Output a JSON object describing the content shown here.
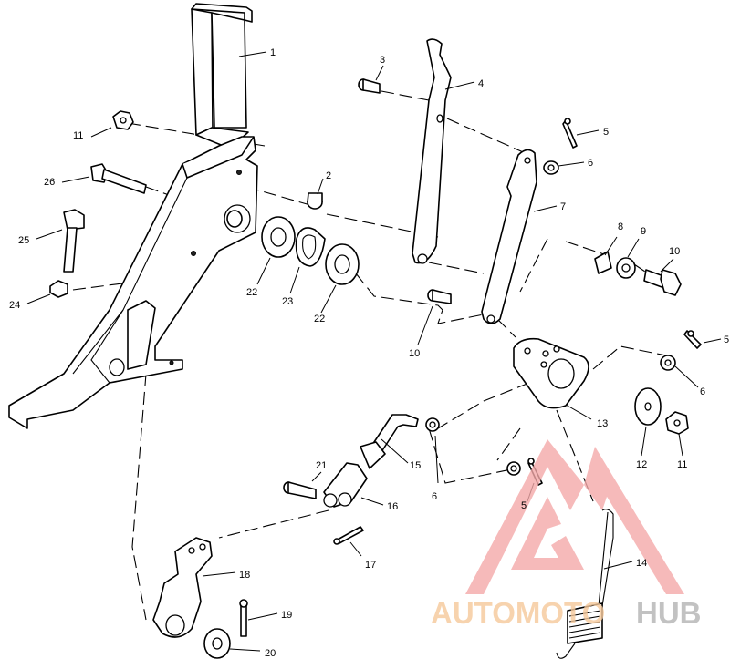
{
  "callouts": [
    {
      "id": "c1",
      "label": "1"
    },
    {
      "id": "c2",
      "label": "2"
    },
    {
      "id": "c3",
      "label": "3"
    },
    {
      "id": "c4",
      "label": "4"
    },
    {
      "id": "c5a",
      "label": "5"
    },
    {
      "id": "c6a",
      "label": "6"
    },
    {
      "id": "c7",
      "label": "7"
    },
    {
      "id": "c8",
      "label": "8"
    },
    {
      "id": "c9",
      "label": "9"
    },
    {
      "id": "c10a",
      "label": "10"
    },
    {
      "id": "c11a",
      "label": "11"
    },
    {
      "id": "c26",
      "label": "26"
    },
    {
      "id": "c25",
      "label": "25"
    },
    {
      "id": "c24",
      "label": "24"
    },
    {
      "id": "c22a",
      "label": "22"
    },
    {
      "id": "c23",
      "label": "23"
    },
    {
      "id": "c22b",
      "label": "22"
    },
    {
      "id": "c10b",
      "label": "10"
    },
    {
      "id": "c5b",
      "label": "5"
    },
    {
      "id": "c6b",
      "label": "6"
    },
    {
      "id": "c13",
      "label": "13"
    },
    {
      "id": "c12",
      "label": "12"
    },
    {
      "id": "c11b",
      "label": "11"
    },
    {
      "id": "c15",
      "label": "15"
    },
    {
      "id": "c21",
      "label": "21"
    },
    {
      "id": "c16",
      "label": "16"
    },
    {
      "id": "c6c",
      "label": "6"
    },
    {
      "id": "c5c",
      "label": "5"
    },
    {
      "id": "c14",
      "label": "14"
    },
    {
      "id": "c17",
      "label": "17"
    },
    {
      "id": "c18",
      "label": "18"
    },
    {
      "id": "c19",
      "label": "19"
    },
    {
      "id": "c20",
      "label": "20"
    }
  ],
  "watermark": {
    "part1": "AUTOMOTO",
    "part2": "HUB",
    "color_primary": "#f4a9a9",
    "color_secondary": "#f6c99b",
    "color_gray": "#b3b3b3"
  }
}
